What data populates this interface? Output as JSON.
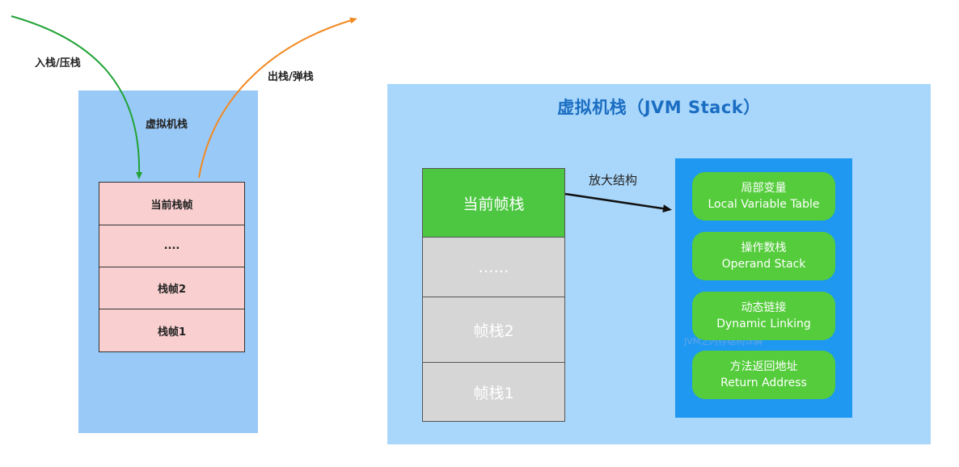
{
  "left": {
    "push_label": "入栈/压栈",
    "pop_label": "出栈/弹栈",
    "title": "虚拟机栈",
    "frames": [
      "当前栈帧",
      "....",
      "栈帧2",
      "栈帧1"
    ]
  },
  "right": {
    "title": "虚拟机栈（JVM Stack）",
    "frames": [
      "当前帧栈",
      "……",
      "帧栈2",
      "帧栈1"
    ],
    "zoom_label": "放大结构",
    "components": [
      {
        "zh": "局部变量",
        "en": "Local Variable Table"
      },
      {
        "zh": "操作数栈",
        "en": "Operand Stack"
      },
      {
        "zh": "动态链接",
        "en": "Dynamic Linking"
      },
      {
        "zh": "方法返回地址",
        "en": "Return Address"
      }
    ],
    "watermark": "JVM之内存结构详解"
  },
  "colors": {
    "push_arrow": "#21a336",
    "pop_arrow": "#f28a22",
    "current_frame": "#4dc742",
    "component_pill": "#55cc3c",
    "detail_panel": "#1e98f0"
  }
}
